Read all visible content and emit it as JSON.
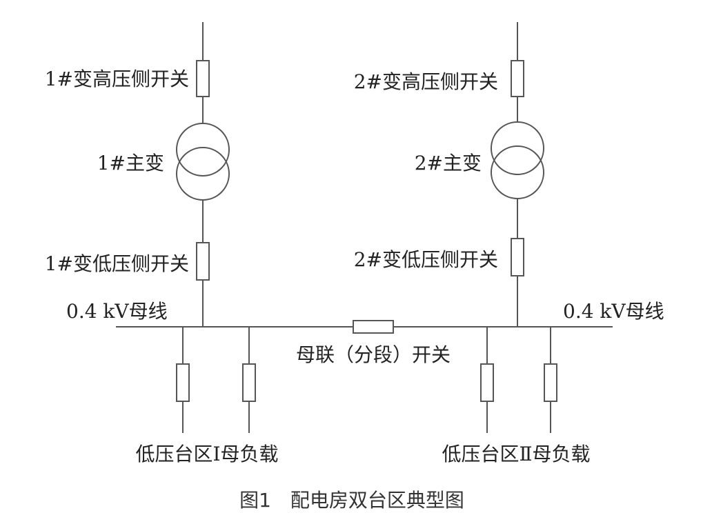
{
  "diagram": {
    "labels": {
      "t1_hv_switch": "1#变高压侧开关",
      "t2_hv_switch": "2#变高压侧开关",
      "t1_transformer": "1#主变",
      "t2_transformer": "2#主变",
      "t1_lv_switch": "1#变低压侧开关",
      "t2_lv_switch": "2#变低压侧开关",
      "busbar_left": "0.4 kV母线",
      "busbar_right": "0.4 kV母线",
      "bus_tie_switch": "母联（分段）开关",
      "load_left": "低压台区Ⅰ母负载",
      "load_right": "低压台区Ⅱ母负载"
    },
    "caption": "图1　配电房双台区典型图"
  }
}
